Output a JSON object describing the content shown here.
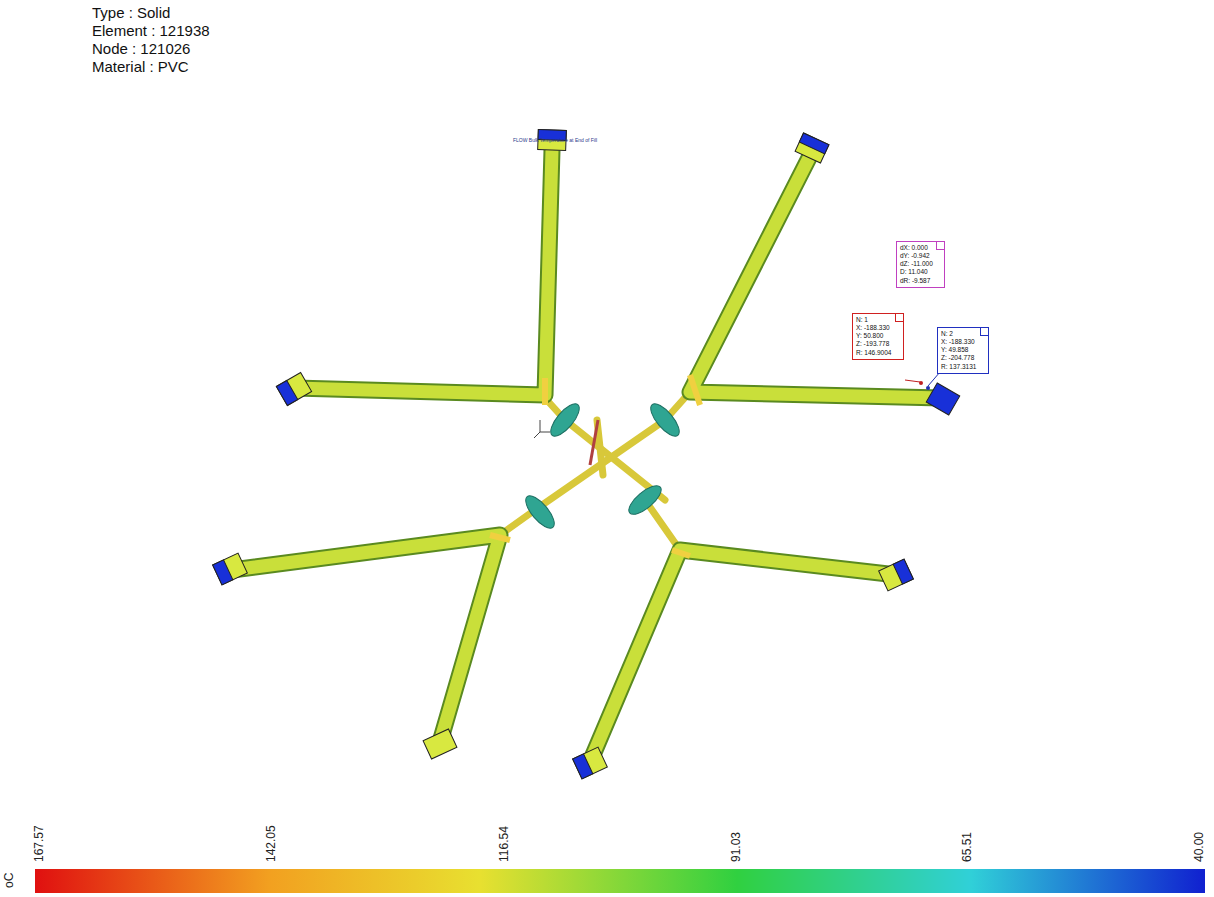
{
  "diagram": {
    "nodes": [
      {
        "text": [
          "N: 1",
          "X: -188.330",
          "Y: 50.800",
          "Z: -193.778",
          "R: 146.9004"
        ]
      },
      {
        "text": [
          "N: 2",
          "X: -188.330",
          "Y: 49.858",
          "Z: -204.778",
          "R: 137.3131"
        ]
      },
      {
        "text": [
          "dX: 0.000",
          "dY: -0.942",
          "dZ: -11.000",
          "D: 11.040",
          "dR: -9.587"
        ]
      }
    ],
    "labels": [
      "Type : Solid",
      "Element : 121938",
      "Node : 121026",
      "Material : PVC",
      "FLOW Bulk Temperature at End of Fill",
      "167.57",
      "142.05",
      "116.54",
      "91.03",
      "65.51",
      "40.00",
      "oC"
    ]
  }
}
